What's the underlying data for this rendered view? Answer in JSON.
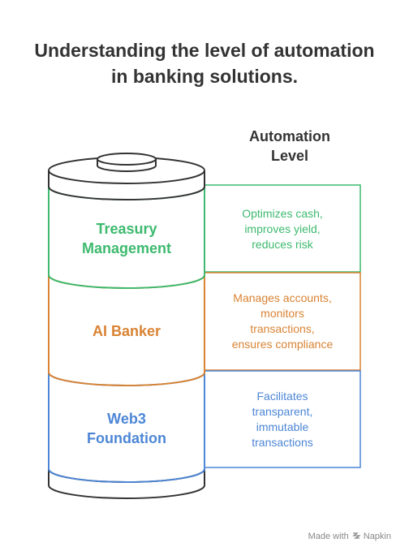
{
  "title": [
    "Understanding the level of automation",
    "in banking solutions."
  ],
  "axis_label": [
    "Automation",
    "Level"
  ],
  "layers": [
    {
      "name": [
        "Treasury",
        "Management"
      ],
      "description": [
        "Optimizes cash,",
        "improves yield,",
        "reduces risk"
      ],
      "color": "#3dba6f"
    },
    {
      "name": [
        "AI Banker"
      ],
      "description": [
        "Manages accounts,",
        "monitors",
        "transactions,",
        "ensures compliance"
      ],
      "color": "#d98333"
    },
    {
      "name": [
        "Web3",
        "Foundation"
      ],
      "description": [
        "Facilitates",
        "transparent,",
        "immutable",
        "transactions"
      ],
      "color": "#4d86d6"
    }
  ],
  "footer": {
    "made_with": "Made with",
    "brand": "Napkin",
    "logo_icon": "napkin-logo-icon"
  }
}
